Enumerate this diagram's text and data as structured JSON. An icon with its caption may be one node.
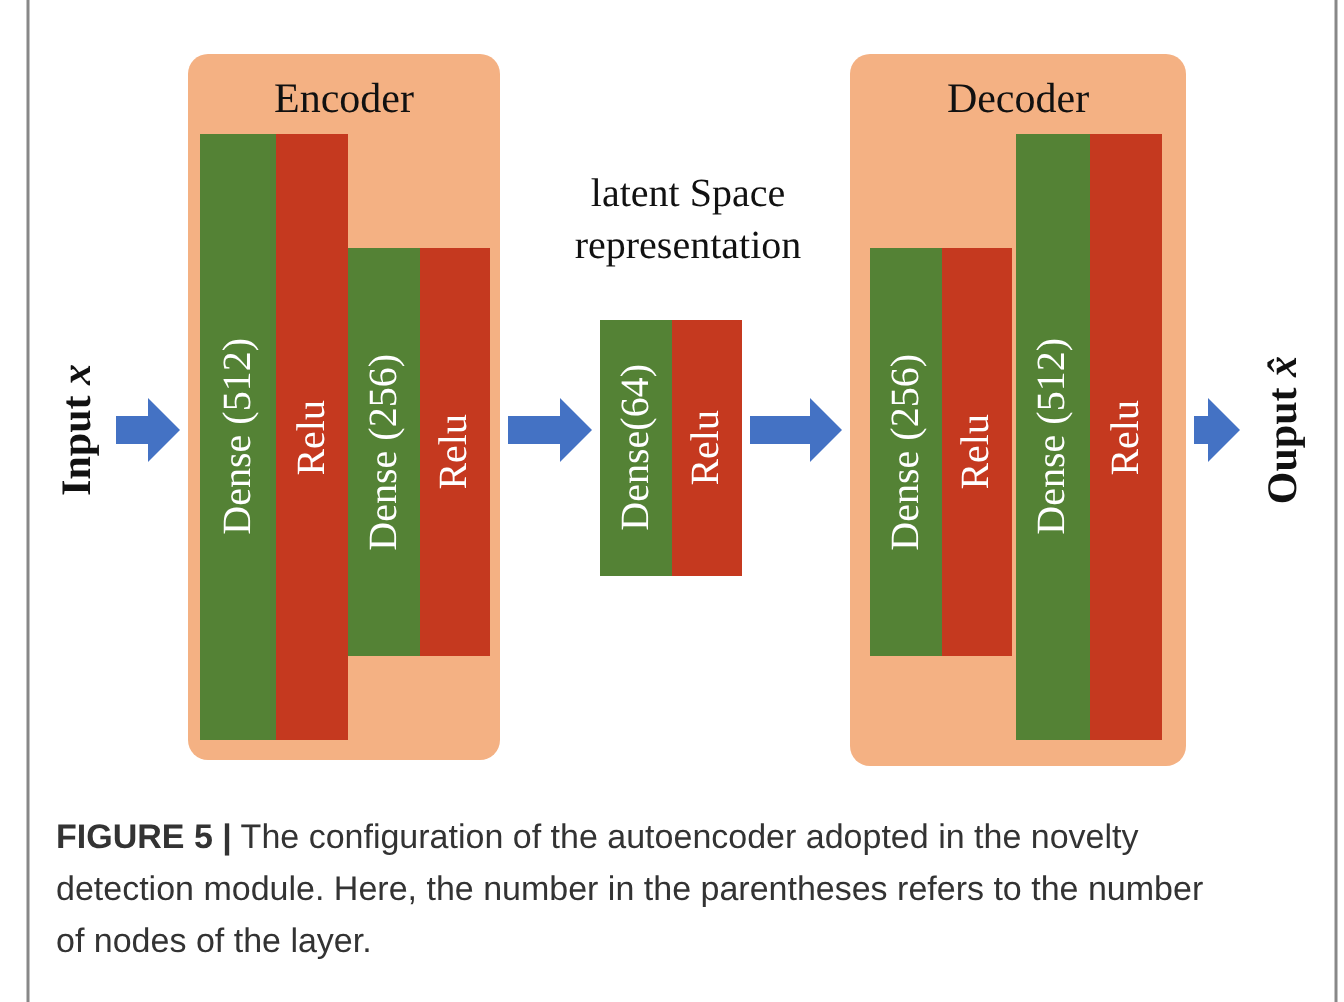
{
  "diagram": {
    "caption": "**FIGURE 5 |** The configuration of the autoencoder adopted in the novelty detection module. Here, the number in the parentheses refers to the number of nodes of the layer.",
    "nodes": [
      {
        "text": [
          "Input *x*"
        ]
      },
      {
        "text": [
          "Encoder"
        ]
      },
      {
        "text": [
          "Dense (512)"
        ],
        "in": 1
      },
      {
        "text": [
          "Relu"
        ],
        "in": 1
      },
      {
        "text": [
          "Dense (256)"
        ],
        "in": 1
      },
      {
        "text": [
          "Relu"
        ],
        "in": 1
      },
      {
        "text": [
          "Dense(64)"
        ]
      },
      {
        "text": [
          "Relu"
        ]
      },
      {
        "text": [
          "Decoder"
        ]
      },
      {
        "text": [
          "Dense (256)"
        ],
        "in": 8
      },
      {
        "text": [
          "Relu"
        ],
        "in": 8
      },
      {
        "text": [
          "Dense (512)"
        ],
        "in": 8
      },
      {
        "text": [
          "Relu"
        ],
        "in": 8
      },
      {
        "text": [
          "Ouput *x̂*"
        ]
      }
    ],
    "edges": [
      {
        "from": 0,
        "to": 1,
        "arrow": "to"
      },
      {
        "from": 1,
        "to": 6,
        "arrow": "to"
      },
      {
        "from": 7,
        "to": 8,
        "arrow": "to"
      },
      {
        "from": 8,
        "to": 13,
        "arrow": "to"
      }
    ],
    "labels": [
      "latent Space representation"
    ]
  }
}
